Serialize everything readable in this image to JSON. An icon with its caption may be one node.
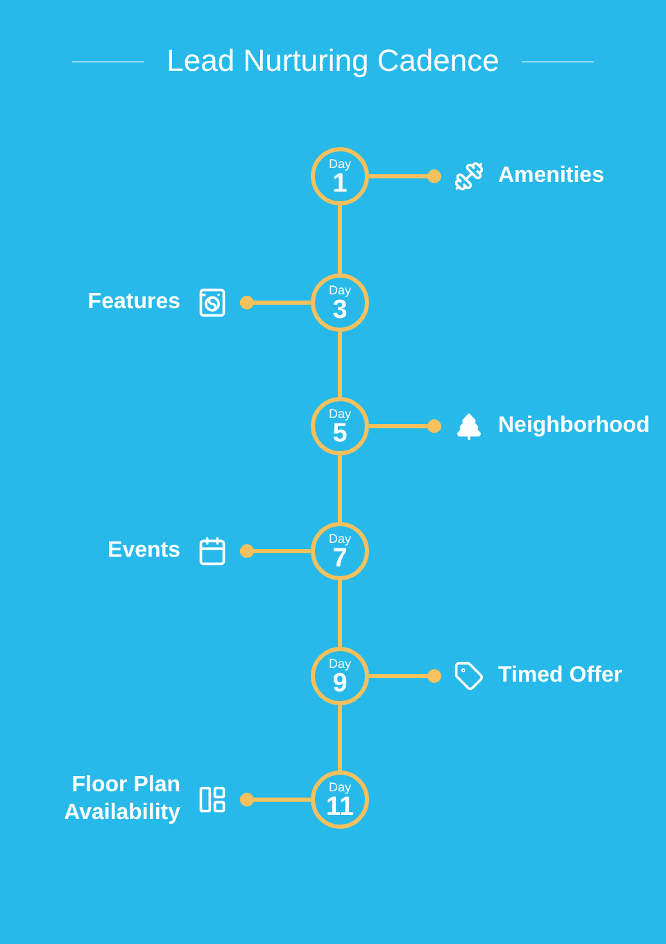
{
  "diagram": {
    "title": "Lead Nurturing Cadence",
    "nodes": [
      {
        "text": [
          "Day",
          "1"
        ]
      },
      {
        "text": [
          "Day",
          "3"
        ]
      },
      {
        "text": [
          "Day",
          "5"
        ]
      },
      {
        "text": [
          "Day",
          "7"
        ]
      },
      {
        "text": [
          "Day",
          "9"
        ]
      },
      {
        "text": [
          "Day",
          "11"
        ]
      },
      {
        "text": [
          "Amenities"
        ]
      },
      {
        "text": [
          "Features"
        ]
      },
      {
        "text": [
          "Neighborhood"
        ]
      },
      {
        "text": [
          "Events"
        ]
      },
      {
        "text": [
          "Timed Offer"
        ]
      },
      {
        "text": [
          "Floor Plan Availability"
        ]
      }
    ],
    "edges": [
      {
        "from": 0,
        "to": 1,
        "arrow": "none"
      },
      {
        "from": 1,
        "to": 2,
        "arrow": "none"
      },
      {
        "from": 2,
        "to": 3,
        "arrow": "none"
      },
      {
        "from": 3,
        "to": 4,
        "arrow": "none"
      },
      {
        "from": 4,
        "to": 5,
        "arrow": "none"
      },
      {
        "from": 0,
        "to": 6,
        "arrow": "other"
      },
      {
        "from": 1,
        "to": 7,
        "arrow": "other"
      },
      {
        "from": 2,
        "to": 8,
        "arrow": "other"
      },
      {
        "from": 3,
        "to": 9,
        "arrow": "other"
      },
      {
        "from": 4,
        "to": 10,
        "arrow": "other"
      },
      {
        "from": 5,
        "to": 11,
        "arrow": "other"
      }
    ]
  }
}
